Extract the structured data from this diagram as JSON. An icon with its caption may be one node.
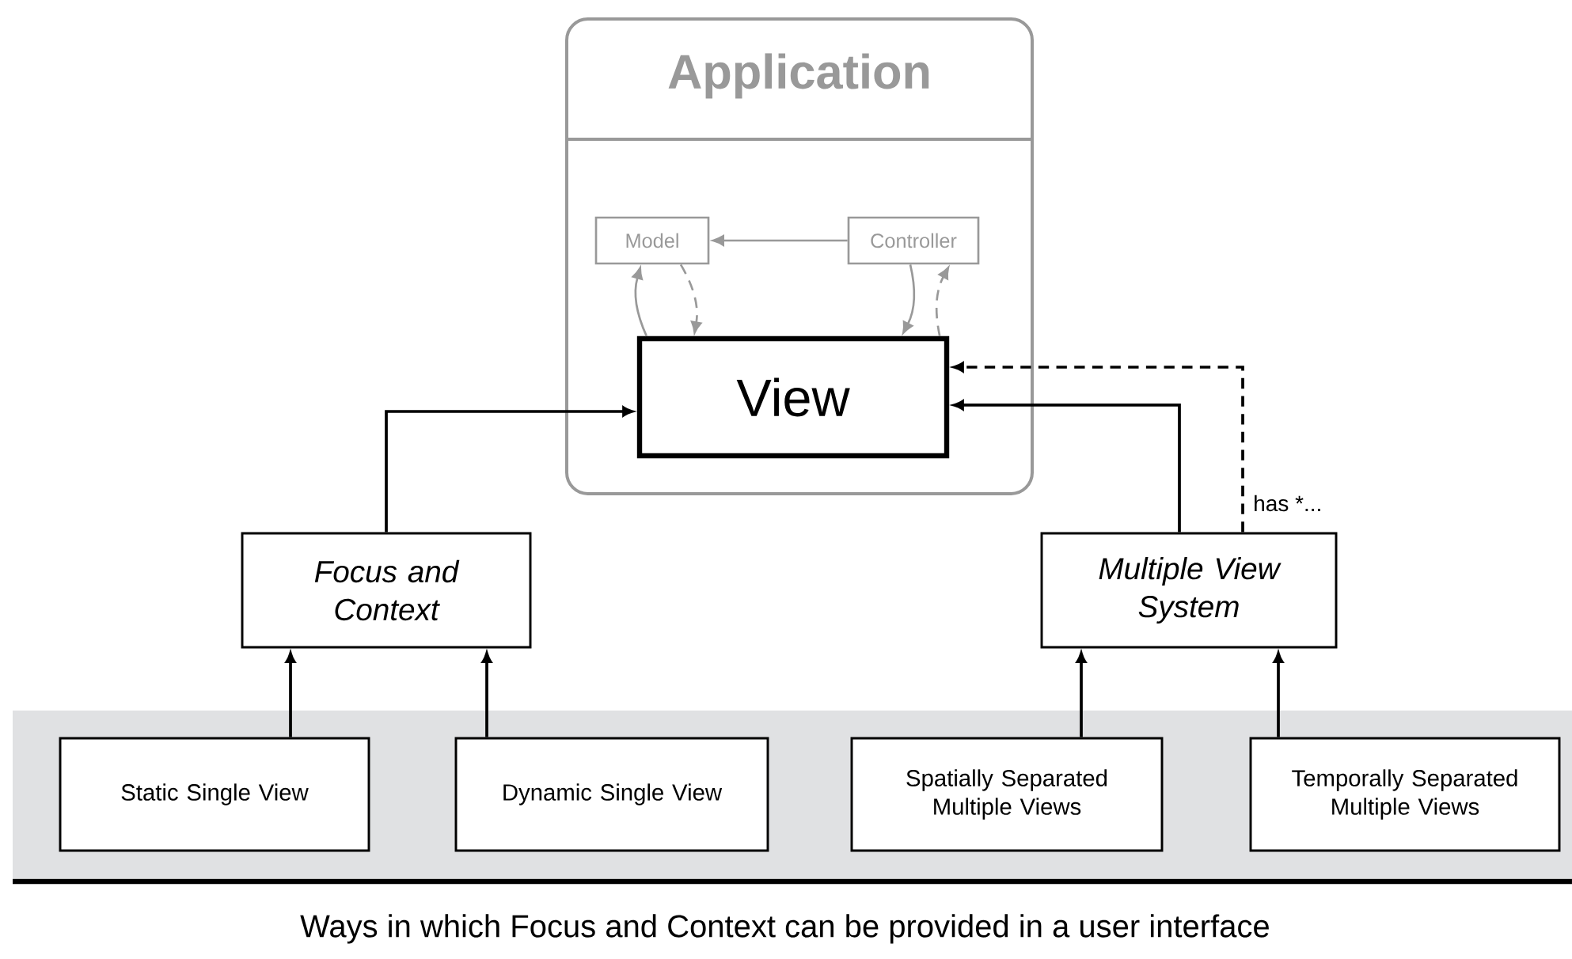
{
  "diagram": {
    "caption": "Ways in which Focus and Context can be provided in a user interface",
    "nodes": [
      {
        "text": [
          "Application"
        ]
      },
      {
        "text": [
          "Model"
        ],
        "in": 0
      },
      {
        "text": [
          "Controller"
        ],
        "in": 0
      },
      {
        "text": [
          "View"
        ],
        "in": 0
      },
      {
        "text": [
          "Focus and Context"
        ]
      },
      {
        "text": [
          "Multiple View System"
        ]
      },
      {
        "text": [],
        "shape": "bar"
      },
      {
        "text": [
          "Static Single View"
        ],
        "in": 6
      },
      {
        "text": [
          "Dynamic Single View"
        ],
        "in": 6
      },
      {
        "text": [
          "Spatially Separated Multiple Views"
        ],
        "in": 6
      },
      {
        "text": [
          "Temporally Separated Multiple Views"
        ],
        "in": 6
      }
    ],
    "edges": [
      {
        "from": 2,
        "to": 1,
        "arrow": "to",
        "color": "#999999"
      },
      {
        "from": 3,
        "to": 1,
        "arrow": "to",
        "color": "#999999"
      },
      {
        "from": 1,
        "to": 3,
        "arrow": "to",
        "style": "dashed",
        "color": "#999999"
      },
      {
        "from": 2,
        "to": 3,
        "arrow": "to",
        "color": "#999999"
      },
      {
        "from": 3,
        "to": 2,
        "arrow": "to",
        "style": "dashed",
        "color": "#999999"
      },
      {
        "from": 4,
        "to": 3,
        "arrow": "to"
      },
      {
        "from": 5,
        "to": 3,
        "arrow": "to"
      },
      {
        "from": 5,
        "to": 3,
        "arrow": "to",
        "style": "dashed",
        "label": "has *..."
      },
      {
        "from": 7,
        "to": 4,
        "arrow": "to"
      },
      {
        "from": 8,
        "to": 4,
        "arrow": "to"
      },
      {
        "from": 9,
        "to": 5,
        "arrow": "to"
      },
      {
        "from": 10,
        "to": 5,
        "arrow": "to"
      }
    ]
  }
}
